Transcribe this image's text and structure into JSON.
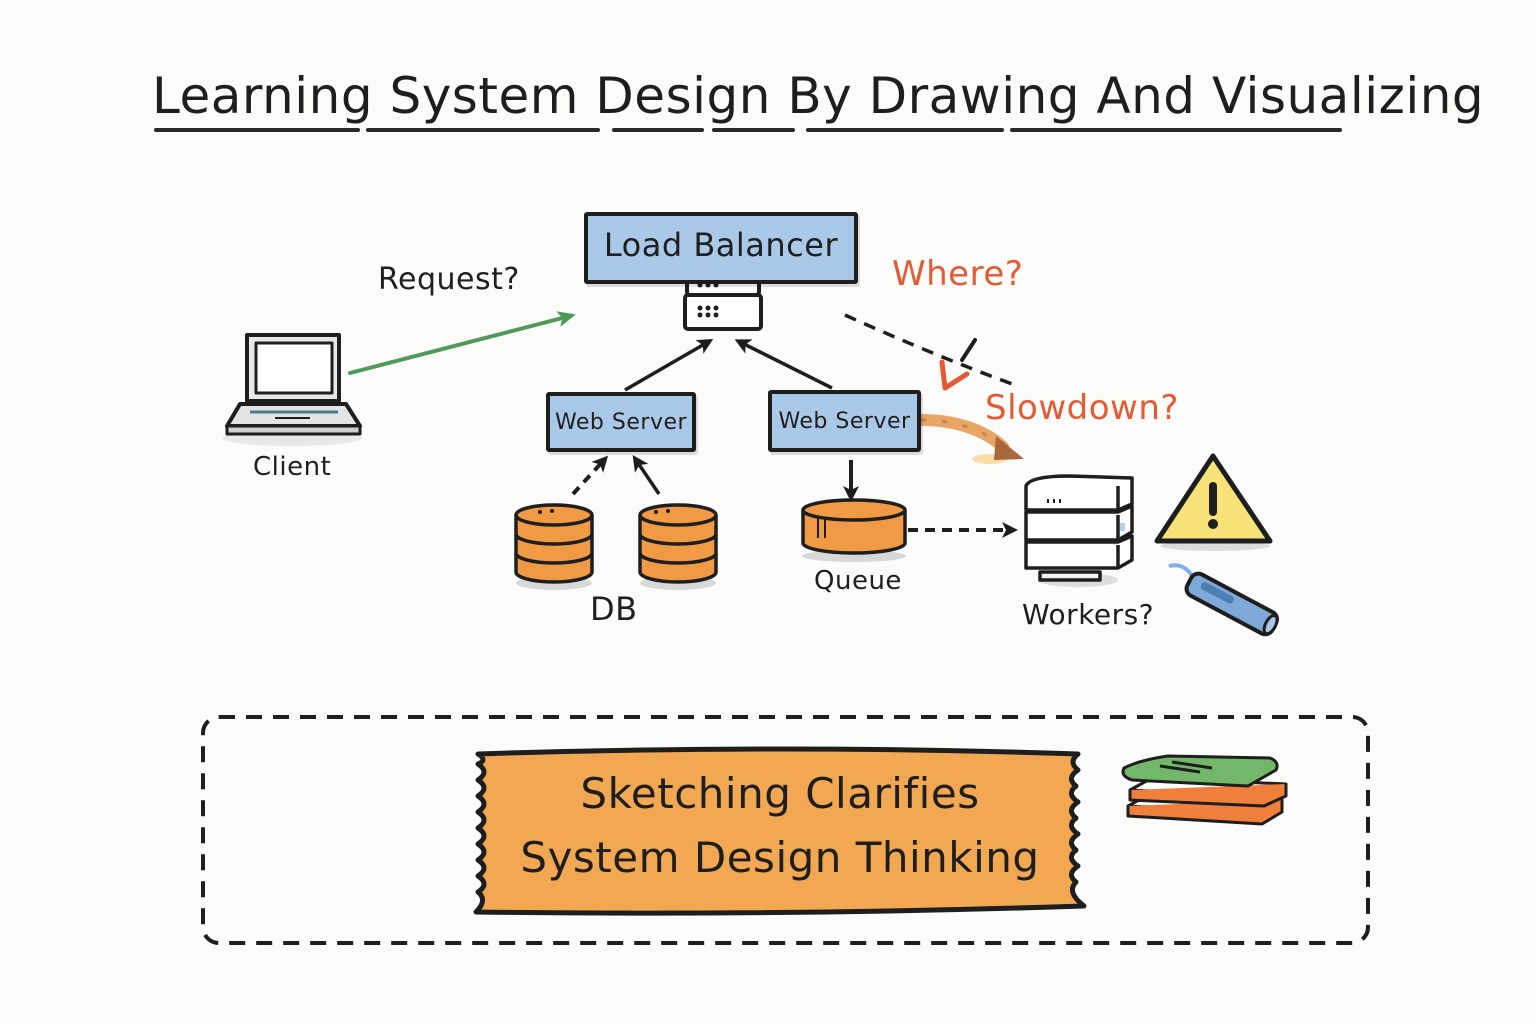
{
  "title": "Learning System Design By Drawing And Visualizing",
  "diagram": {
    "nodes": {
      "load_balancer": "Load Balancer",
      "web_server_1": "Web Server",
      "web_server_2": "Web Server",
      "client": "Client",
      "db": "DB",
      "queue": "Queue",
      "workers": "Workers?"
    },
    "annotations": {
      "request": "Request?",
      "where": "Where?",
      "slowdown": "Slowdown?"
    },
    "edges": [
      {
        "from": "client",
        "to": "load_balancer",
        "style": "solid",
        "color": "green",
        "label": "Request?"
      },
      {
        "from": "web_server_1",
        "to": "load_balancer",
        "style": "solid"
      },
      {
        "from": "web_server_2",
        "to": "load_balancer",
        "style": "solid"
      },
      {
        "from": "db_1",
        "to": "web_server_1",
        "style": "dashed"
      },
      {
        "from": "db_2",
        "to": "web_server_1",
        "style": "solid"
      },
      {
        "from": "web_server_2",
        "to": "queue",
        "style": "solid"
      },
      {
        "from": "queue",
        "to": "workers",
        "style": "dashed"
      },
      {
        "from": "load_balancer",
        "to": "workers",
        "style": "dashed",
        "label": "Where?"
      },
      {
        "from": "web_server_2",
        "to": "workers",
        "style": "thick-orange",
        "label": "Slowdown?"
      }
    ]
  },
  "banner": {
    "line1": "Sketching Clarifies",
    "line2": "System Design Thinking"
  },
  "colors": {
    "box_fill": "#aac8e8",
    "db_fill": "#f09a45",
    "banner_fill": "#f2a753",
    "accent_red": "#e35a33",
    "arrow_green": "#4f9a5a",
    "warning_yellow": "#f8e27a",
    "ink": "#1e1e1e"
  }
}
